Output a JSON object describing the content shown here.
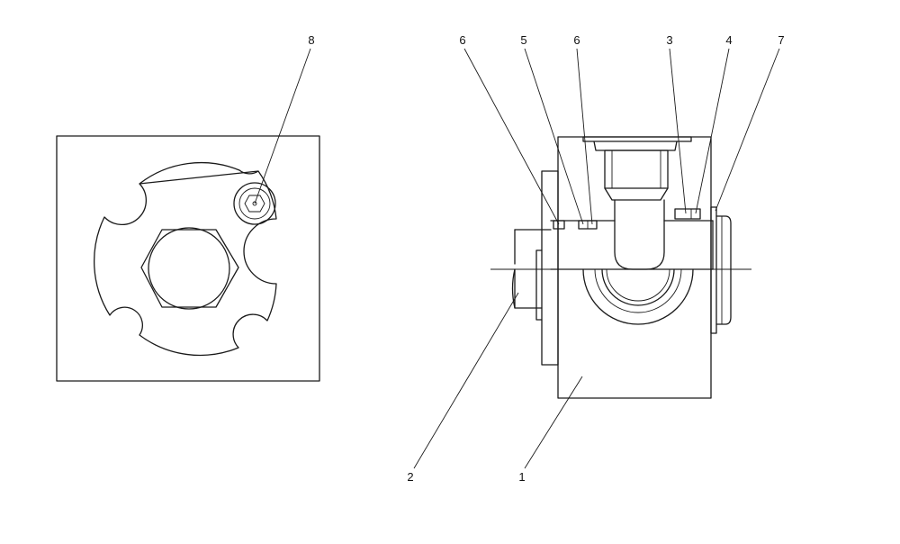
{
  "callouts": {
    "c1": "1",
    "c2": "2",
    "c3": "3",
    "c4": "4",
    "c5": "5",
    "c6a": "6",
    "c6b": "6",
    "c7": "7",
    "c8": "8"
  }
}
